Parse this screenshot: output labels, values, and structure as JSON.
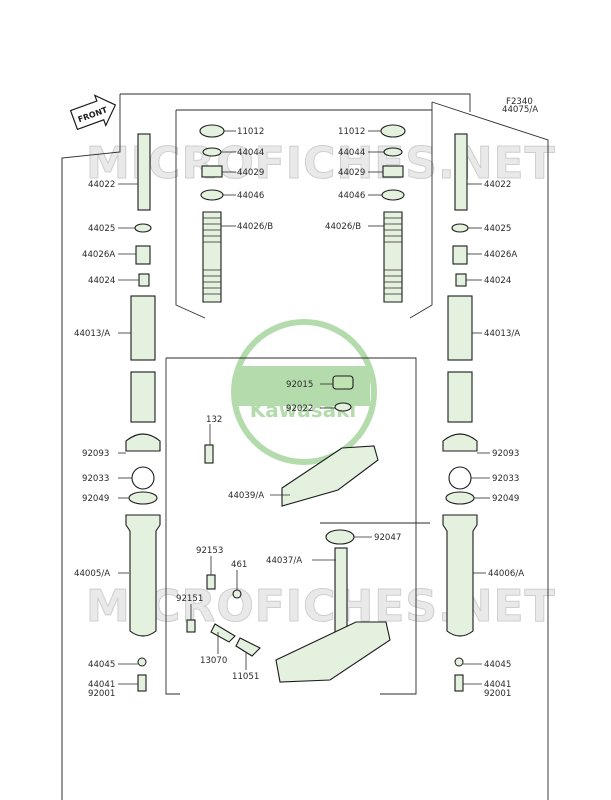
{
  "diagram_code": "F2340",
  "front_arrow": "FRONT",
  "watermark": "MICROFICHES.NET",
  "logo": {
    "text": "Kawasaki",
    "color": "#5bb04a"
  },
  "colors": {
    "part_fill": "#e3f1de",
    "part_dark": "#bfe3b1",
    "line": "#2b2b2b"
  },
  "labels": {
    "p44075": "44075/A",
    "p11012_l": "11012",
    "p44044_l": "44044",
    "p44029_l": "44029",
    "p44046_l": "44046",
    "p44026b_l": "44026/B",
    "p11012_r": "11012",
    "p44044_r": "44044",
    "p44029_r": "44029",
    "p44046_r": "44046",
    "p44026b_r": "44026/B",
    "p44022_l": "44022",
    "p44025_l": "44025",
    "p44026a_l": "44026A",
    "p44024_l": "44024",
    "p44013_l": "44013/A",
    "p44022_r": "44022",
    "p44025_r": "44025",
    "p44026a_r": "44026A",
    "p44024_r": "44024",
    "p44013_r": "44013/A",
    "p92015": "92015",
    "p92022": "92022",
    "p132": "132",
    "p44039": "44039/A",
    "p92093_l": "92093",
    "p92033_l": "92033",
    "p92049_l": "92049",
    "p92093_r": "92093",
    "p92033_r": "92033",
    "p92049_r": "92049",
    "p44037": "44037/A",
    "p92047": "92047",
    "p44005": "44005/A",
    "p44006": "44006/A",
    "p92153": "92153",
    "p461": "461",
    "p92151": "92151",
    "p13070": "13070",
    "p11051": "11051",
    "p44045_l": "44045",
    "p44041_l": "44041",
    "p92001_l": "92001",
    "p44045_r": "44045",
    "p44041_r": "44041",
    "p92001_r": "92001"
  }
}
